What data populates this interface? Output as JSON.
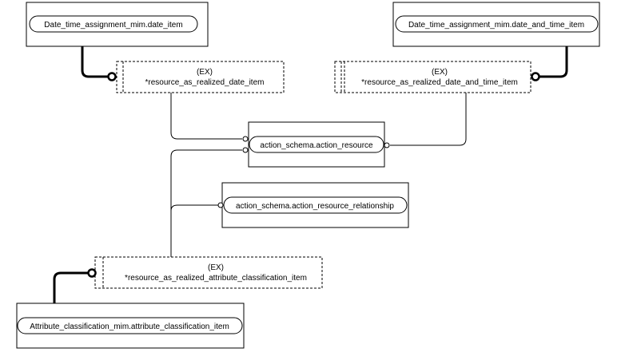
{
  "entities": {
    "date_item_ref": {
      "label": "Date_time_assignment_mim.date_item"
    },
    "date_and_time_item_ref": {
      "label": "Date_time_assignment_mim.date_and_time_item"
    },
    "action_resource": {
      "label": "action_schema.action_resource"
    },
    "action_resource_relationship": {
      "label": "action_schema.action_resource_relationship"
    },
    "attribute_classification_item_ref": {
      "label": "Attribute_classification_mim.attribute_classification_item"
    }
  },
  "extensions": {
    "realized_date_item": {
      "tag": "(EX)",
      "label": "*resource_as_realized_date_item"
    },
    "realized_date_and_time_item": {
      "tag": "(EX)",
      "label": "*resource_as_realized_date_and_time_item"
    },
    "realized_attribute_classification_item": {
      "tag": "(EX)",
      "label": "*resource_as_realized_attribute_classification_item"
    }
  }
}
